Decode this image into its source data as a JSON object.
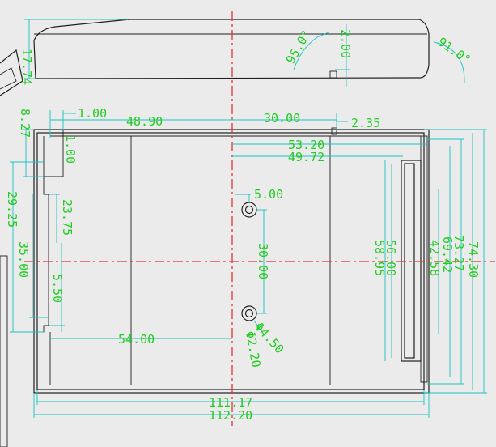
{
  "colors": {
    "background": "#ebebeb",
    "outline": "#202020",
    "dimension_text": "#22cc22",
    "dimension_line": "#19c3c3",
    "centerline": "#e23333"
  },
  "dims": {
    "side_height": "17.74",
    "side_angle_left": "95.0°",
    "side_angle_right": "91.0°",
    "side_step": "2.00",
    "top_ledge": "8.27",
    "wall": "1.00",
    "wall_v": "1.00",
    "to_center": "48.90",
    "center_to_slot": "30.00",
    "slot_width": "2.35",
    "inner_x1": "53.20",
    "inner_x2": "49.72",
    "hole_pitch_h": "5.00",
    "hole_pitch_v": "30.00",
    "notch_a": "29.25",
    "notch_b": "23.75",
    "notch_c": "35.00",
    "notch_d": "5.50",
    "floor_len": "54.00",
    "hole_outer": "Φ4.50",
    "hole_inner": "Φ2.20",
    "overall_w1": "111.17",
    "overall_w2": "112.20",
    "h_56": "56.00",
    "h_5895": "58.95",
    "h_4258": "42.58",
    "h_6942": "69.42",
    "h_7327": "73.27",
    "h_7430": "74.30"
  }
}
